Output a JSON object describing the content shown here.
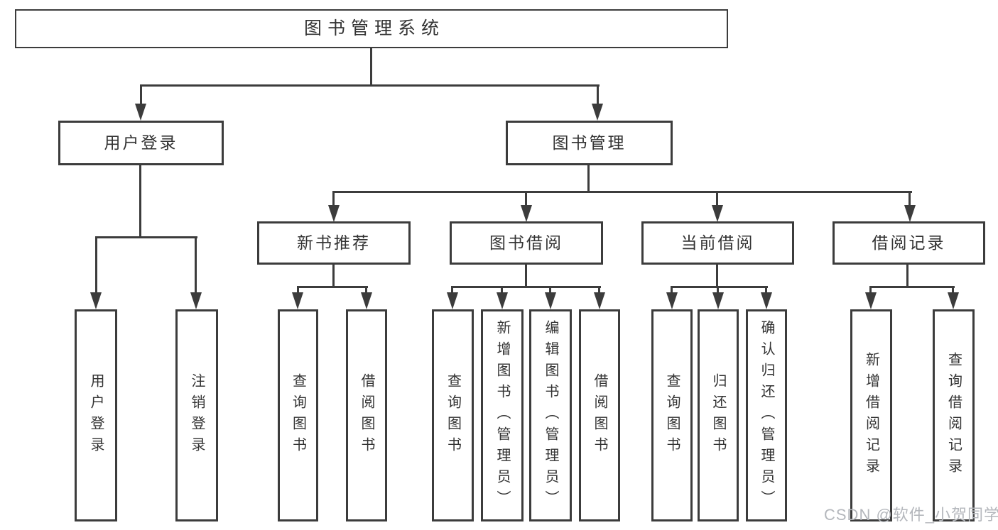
{
  "diagram": {
    "root": {
      "label": "图书管理系统"
    },
    "level1": [
      {
        "label": "用户登录"
      },
      {
        "label": "图书管理"
      }
    ],
    "login_children": [
      "用户登录",
      "注销登录"
    ],
    "groups": [
      {
        "label": "新书推荐",
        "children": [
          "查询图书",
          "借阅图书"
        ]
      },
      {
        "label": "图书借阅",
        "children": [
          "查询图书",
          "新增图书（管理员）",
          "编辑图书（管理员）",
          "借阅图书"
        ]
      },
      {
        "label": "当前借阅",
        "children": [
          "查询图书",
          "归还图书",
          "确认归还（管理员）"
        ]
      },
      {
        "label": "借阅记录",
        "children": [
          "新增借阅记录",
          "查询借阅记录"
        ]
      }
    ]
  },
  "watermark": {
    "text": "CSDN @软件_小贺同学",
    "color": "#b4b7bc"
  },
  "colors": {
    "line": "#3c3c3c",
    "text": "#333333",
    "background": "#ffffff"
  }
}
